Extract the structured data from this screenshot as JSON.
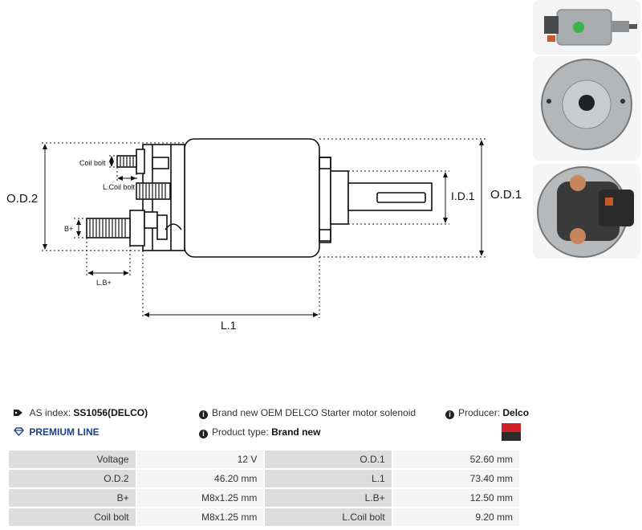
{
  "diagram": {
    "labels": {
      "od2": "O.D.2",
      "od1": "O.D.1",
      "id1": "I.D.1",
      "l1": "L.1",
      "coil_bolt": "Coil bolt",
      "l_coil_bolt": "L.Coil bolt",
      "b_plus": "B+",
      "l_b_plus": "L.B+"
    }
  },
  "info": {
    "as_index_label": "AS index:",
    "as_index_value": "SS1056(DELCO)",
    "description": "Brand new OEM DELCO Starter motor solenoid",
    "producer_label": "Producer:",
    "producer_value": "Delco",
    "premium_line": "PREMIUM LINE",
    "product_type_label": "Product type:",
    "product_type_value": "Brand new"
  },
  "specs": [
    {
      "l1": "Voltage",
      "v1": "12 V",
      "l2": "O.D.1",
      "v2": "52.60 mm"
    },
    {
      "l1": "O.D.2",
      "v1": "46.20 mm",
      "l2": "L.1",
      "v2": "73.40 mm"
    },
    {
      "l1": "B+",
      "v1": "M8x1.25 mm",
      "l2": "L.B+",
      "v2": "12.50 mm"
    },
    {
      "l1": "Coil bolt",
      "v1": "M8x1.25 mm",
      "l2": "L.Coil bolt",
      "v2": "9.20 mm"
    }
  ],
  "colors": {
    "logo_top": "#d31f26",
    "logo_bottom": "#2b2b2b",
    "premium": "#1a3f8a",
    "cell_label_bg": "#dcdcdc",
    "cell_value_bg": "#f4f4f4"
  }
}
